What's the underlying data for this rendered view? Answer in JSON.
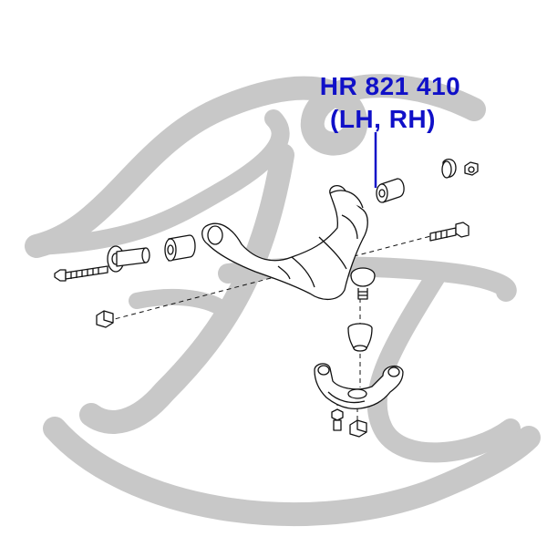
{
  "callout": {
    "part_number": "HR 821 410",
    "side": "(LH, RH)"
  },
  "colors": {
    "callout_text": "#1010c8",
    "watermark": "#c8c8c8",
    "line_art": "#111111"
  },
  "icons": [
    "brand-watermark-logo",
    "control-arm",
    "ball-joint",
    "steering-knuckle",
    "bushing",
    "bolt",
    "nut"
  ]
}
